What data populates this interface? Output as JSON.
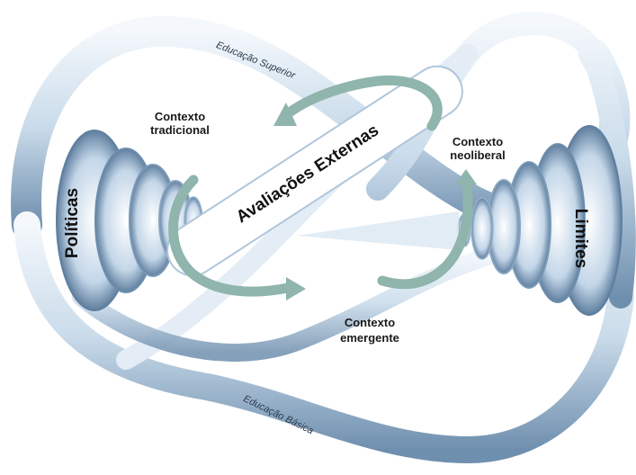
{
  "diagram": {
    "center_label": "Avaliações Externas",
    "left_label": "Políticas",
    "right_label": "Limites",
    "top_band_label": "Educação Superior",
    "bottom_band_label": "Educação Básica",
    "contexts": [
      {
        "line1": "Contexto",
        "line2": "tradicional"
      },
      {
        "line1": "Contexto",
        "line2": "neoliberal"
      },
      {
        "line1": "Contexto",
        "line2": "emergente"
      }
    ],
    "colors": {
      "ribbon_light": "#eef4fa",
      "ribbon_mid": "#b9cfe3",
      "ribbon_dark": "#6f8fae",
      "arrow": "#8fb5ad"
    }
  }
}
